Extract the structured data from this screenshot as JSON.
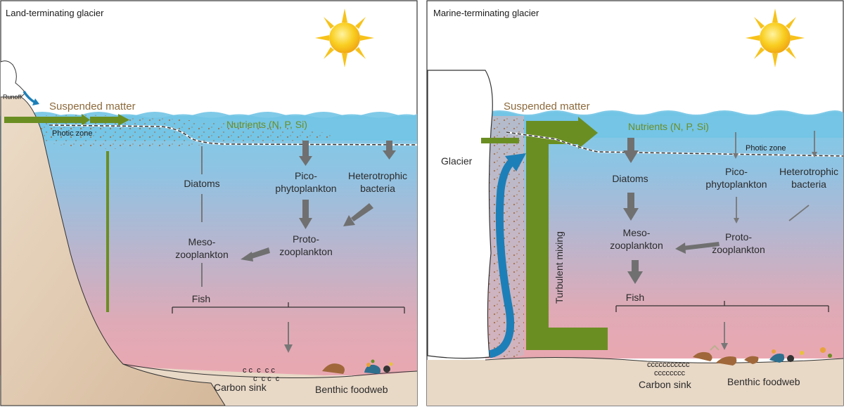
{
  "left_panel": {
    "title": "Land-terminating glacier",
    "runoff": "Runoff",
    "suspended_matter": "Suspended matter",
    "nutrients": "Nutrients (N, P, Si)",
    "photic_zone": "Photic zone",
    "diatoms": "Diatoms",
    "pico_1": "Pico-",
    "pico_2": "phytoplankton",
    "hetero_1": "Heterotrophic",
    "hetero_2": "bacteria",
    "proto_1": "Proto-",
    "proto_2": "zooplankton",
    "meso_1": "Meso-",
    "meso_2": "zooplankton",
    "fish": "Fish",
    "carbon_sink": "Carbon sink",
    "benthic": "Benthic foodweb"
  },
  "right_panel": {
    "title": "Marine-terminating glacier",
    "glacier": "Glacier",
    "suspended_matter": "Suspended matter",
    "nutrients": "Nutrients (N, P, Si)",
    "photic_zone": "Photic zone",
    "turbulent_mixing": "Turbulent mixing",
    "diatoms": "Diatoms",
    "pico_1": "Pico-",
    "pico_2": "phytoplankton",
    "hetero_1": "Heterotrophic",
    "hetero_2": "bacteria",
    "proto_1": "Proto-",
    "proto_2": "zooplankton",
    "meso_1": "Meso-",
    "meso_2": "zooplankton",
    "fish": "Fish",
    "carbon_sink": "Carbon sink",
    "benthic": "Benthic foodweb"
  },
  "colors": {
    "sky": "#ffffff",
    "surface_water": "#7ecbe8",
    "deep_water": "#e9a9b2",
    "sediment": "#e7d6c4",
    "land": "#d9c1a6",
    "green_arrow": "#6b8e23",
    "grey_arrow": "#707070",
    "blue_arrow": "#1d7fb8",
    "sun": "#f7c21a"
  }
}
